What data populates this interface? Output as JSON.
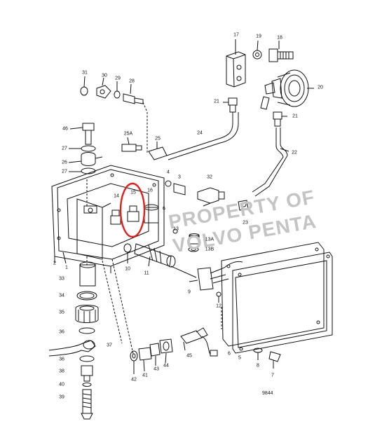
{
  "watermark": {
    "line1": "PROPERTY OF",
    "line2": "VOLVO PENTA"
  },
  "figure_number": "9844",
  "highlight": {
    "part": "15",
    "color": "#e0201c"
  },
  "callouts": [
    "17",
    "19",
    "18",
    "31",
    "30",
    "29",
    "28",
    "20",
    "21",
    "21",
    "46",
    "25A",
    "25",
    "24",
    "22",
    "27",
    "26",
    "27",
    "4",
    "3",
    "32",
    "14",
    "15",
    "16",
    "6",
    "23",
    "13",
    "13A",
    "13B",
    "2",
    "1",
    "10",
    "11",
    "33",
    "34",
    "35",
    "9",
    "12",
    "36",
    "37",
    "36",
    "38",
    "40",
    "39",
    "42",
    "41",
    "43",
    "44",
    "45",
    "8",
    "7",
    "6",
    "5"
  ]
}
